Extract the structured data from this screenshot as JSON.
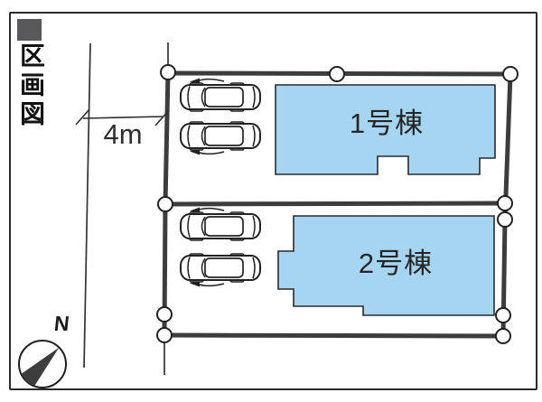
{
  "page": {
    "title_vertical": "区画図"
  },
  "dimension": {
    "road_width": "4m"
  },
  "buildings": [
    {
      "label": "1号棟"
    },
    {
      "label": "2号棟"
    }
  ],
  "compass": {
    "north_label": "N"
  },
  "icons": {
    "title_square": "solid-gray-square",
    "boundary_marker": "white-circle-survey-point",
    "car": "car-top-view-icon",
    "compass": "north-compass-icon"
  },
  "counts": {
    "boundary_markers": 10,
    "cars_per_lot": 2,
    "lots": 2
  },
  "colors": {
    "building_fill": "#a5d5f0",
    "boundary_line": "#3c3c3c",
    "outline": "#222222",
    "title_square": "#59595b",
    "background": "#ffffff"
  }
}
